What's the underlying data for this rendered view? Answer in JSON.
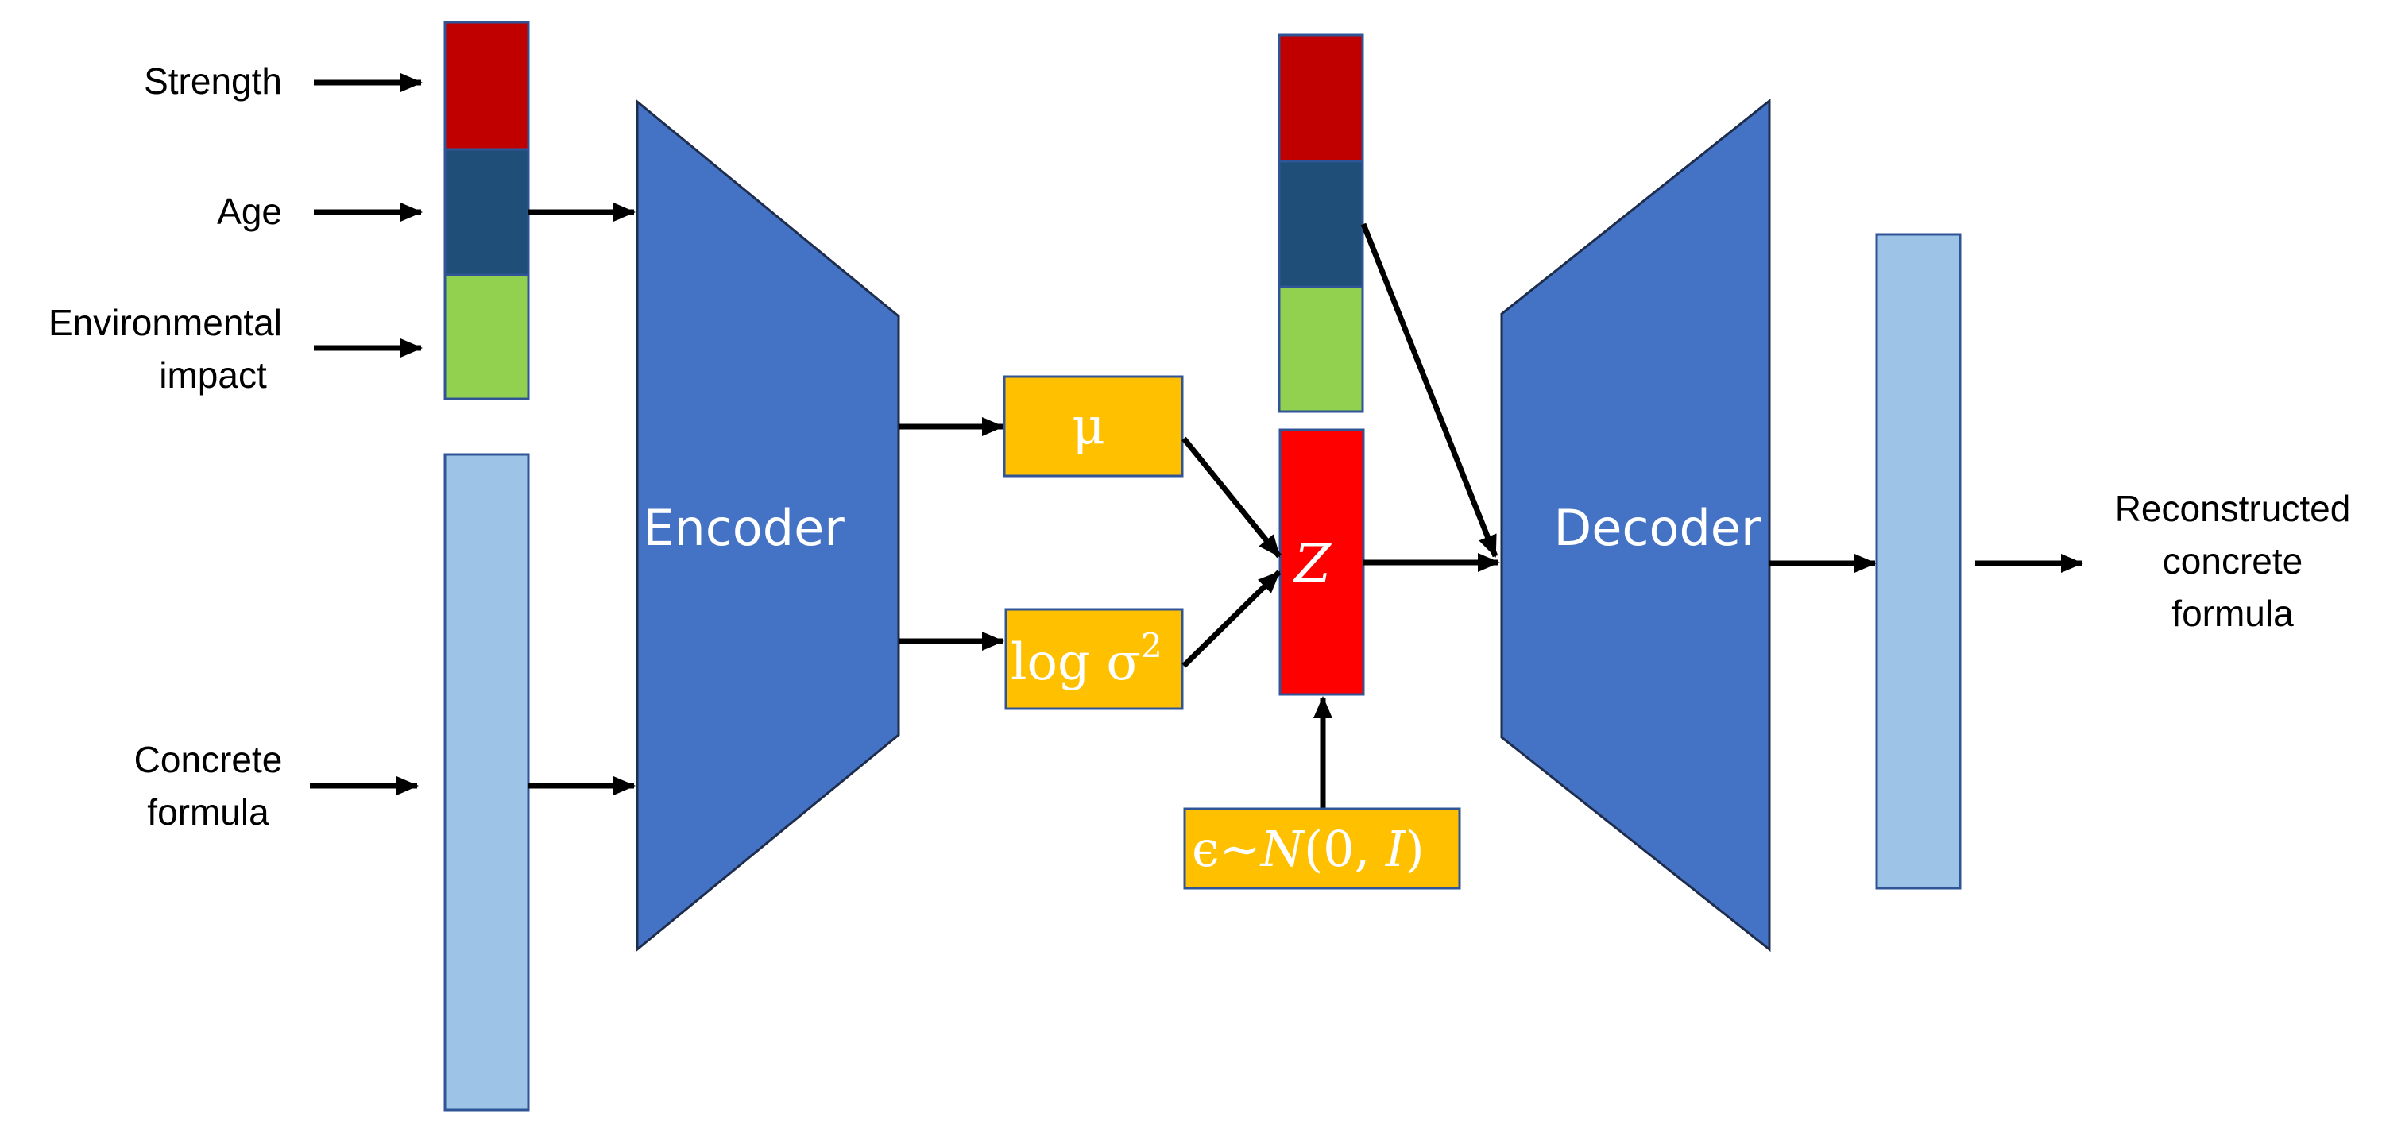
{
  "inputs": {
    "strength": "Strength",
    "age": "Age",
    "environmental_line1": "Environmental",
    "environmental_line2": "impact",
    "concrete_line1": "Concrete",
    "concrete_line2": "formula"
  },
  "encoder": {
    "label": "Encoder"
  },
  "decoder": {
    "label": "Decoder"
  },
  "latent": {
    "mu": "μ",
    "log_prefix": "log σ",
    "log_exp": "2",
    "z": "Z",
    "eps_prefix": "ϵ∼",
    "eps_n": "N",
    "eps_open": "(0, ",
    "eps_i": "I",
    "eps_close": ")"
  },
  "output": {
    "line1": "Reconstructed",
    "line2": "concrete",
    "line3": "formula"
  },
  "colors": {
    "strength_red": "#C00000",
    "age_navy": "#1F4E79",
    "env_green": "#92D050",
    "light_blue": "#9DC3E6",
    "network_blue": "#4472C4",
    "yellow": "#FFC000",
    "z_red": "#FF0000",
    "outline": "#2F5597"
  }
}
